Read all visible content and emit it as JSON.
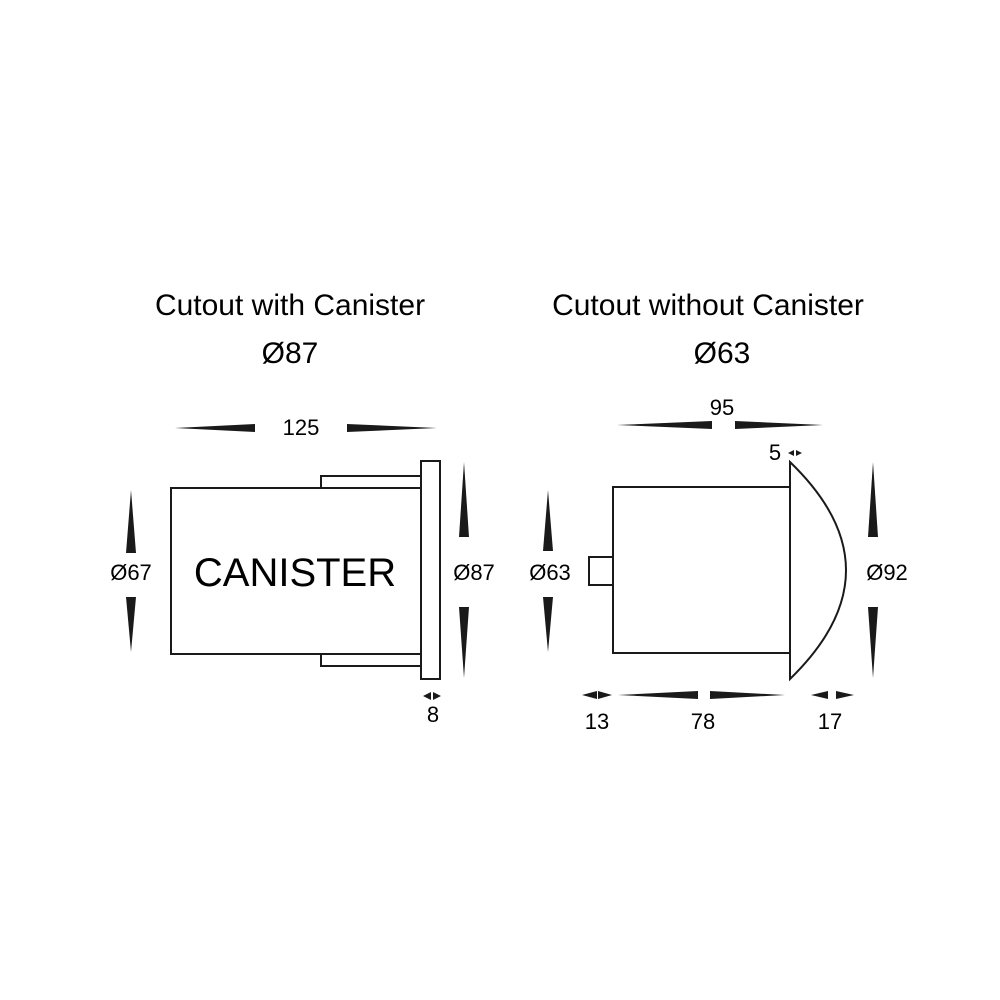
{
  "left": {
    "title": "Cutout with Canister",
    "cutout": "Ø87",
    "length": "125",
    "body_diameter": "Ø67",
    "flange_diameter": "Ø87",
    "flange_thickness": "8",
    "body_label": "CANISTER"
  },
  "right": {
    "title": "Cutout without Canister",
    "cutout": "Ø63",
    "length": "95",
    "dome_offset": "5",
    "body_diameter": "Ø63",
    "dome_diameter": "Ø92",
    "seg_left": "13",
    "seg_mid": "78",
    "seg_right": "17"
  }
}
